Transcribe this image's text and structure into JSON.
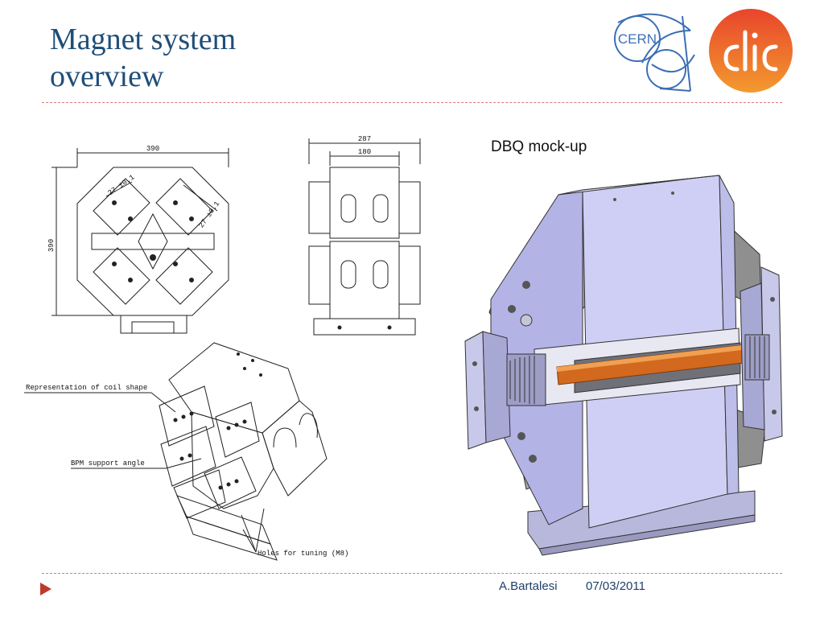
{
  "slide": {
    "title_line1": "Magnet system",
    "title_line2": "overview",
    "mockup_label": "DBQ mock-up"
  },
  "logos": {
    "cern_text": "CERN",
    "clic_text": "clic"
  },
  "front_view": {
    "width_dim": "390",
    "height_dim": "390",
    "tol_1": "27 ±0.1",
    "tol_2": "27 ±0.1"
  },
  "side_view": {
    "dim_outer": "287",
    "dim_inner": "180"
  },
  "iso_view": {
    "label_coil": "Representation of coil shape",
    "label_bpm": "BPM support angle",
    "label_holes": "Holes for tuning (M8)"
  },
  "footer": {
    "author": "A.Bartalesi",
    "date": "07/03/2011"
  },
  "colors": {
    "title": "#1f4e79",
    "rule": "#d97b7b",
    "bullet": "#c0392b",
    "clic_orange": "#f08a2c",
    "clic_red": "#e8452c",
    "magnet_lilac": "#c9c9f2",
    "beam_pipe": "#d2691e"
  }
}
